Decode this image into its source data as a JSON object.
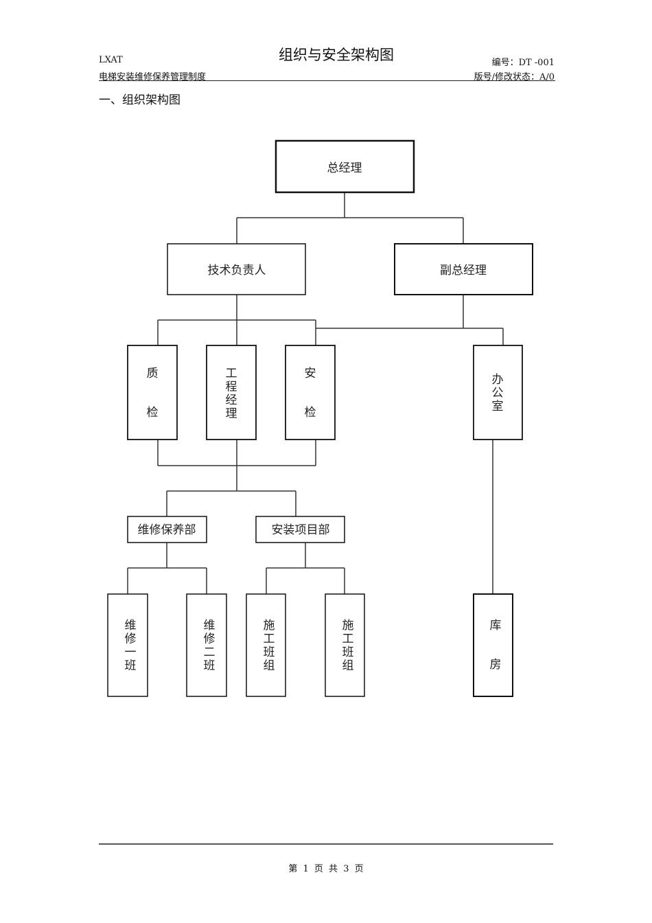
{
  "header": {
    "company_code": "LXAT",
    "doc_title": "组织与安全架构图",
    "doc_subtitle": "电梯安装维修保养管理制度",
    "doc_number": "编号：DT -001",
    "version": "版号/修改状态：A/0"
  },
  "section": {
    "title": "一、组织架构图"
  },
  "org_chart": {
    "nodes": {
      "gm": "总经理",
      "tech_lead": "技术负责人",
      "deputy_gm": "副总经理",
      "quality": "质检",
      "engineering_mgr": "工程经理",
      "safety": "安检",
      "office": "办公室",
      "maintenance_dept": "维修保养部",
      "install_dept": "安装项目部",
      "maint_team1": "维修一班",
      "maint_team2": "维修二班",
      "construction_team_a": "施工班组",
      "construction_team_b": "施工班组",
      "warehouse": "库房"
    }
  },
  "footer": {
    "page_info": "第 1 页 共 3 页"
  }
}
